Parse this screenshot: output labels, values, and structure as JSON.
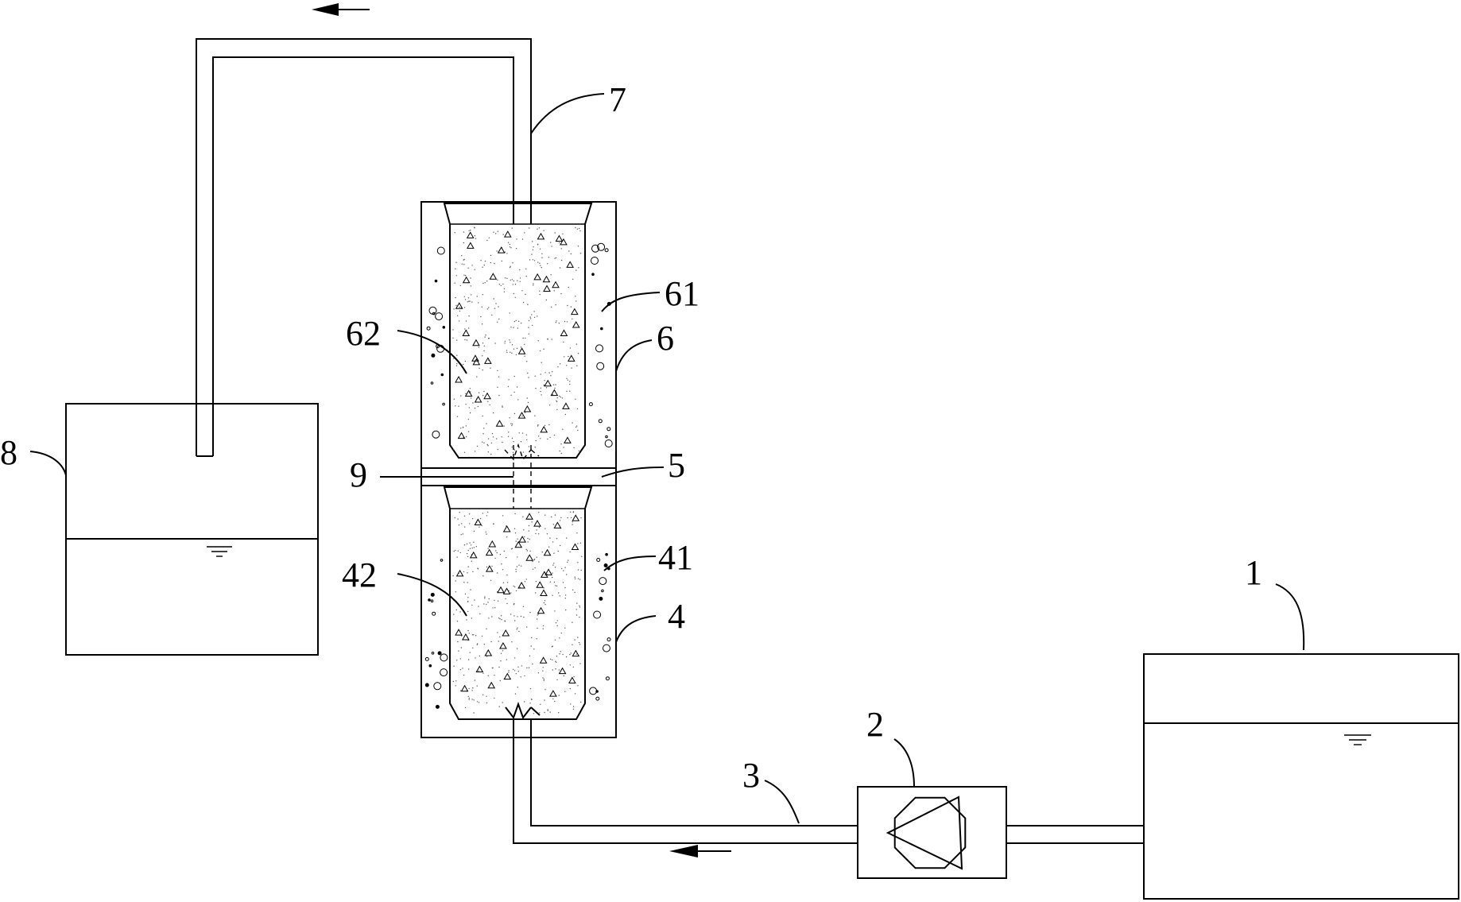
{
  "diagram": {
    "labels": {
      "tank_1": "1",
      "pump_2": "2",
      "pipe_3": "3",
      "column_4": "4",
      "partition_5": "5",
      "column_6": "6",
      "pipe_7": "7",
      "tank_8": "8",
      "connector_9": "9",
      "layer_41": "41",
      "layer_42": "42",
      "layer_61": "61",
      "layer_62": "62"
    },
    "flow_arrows": [
      "top-left",
      "bottom-left"
    ]
  }
}
